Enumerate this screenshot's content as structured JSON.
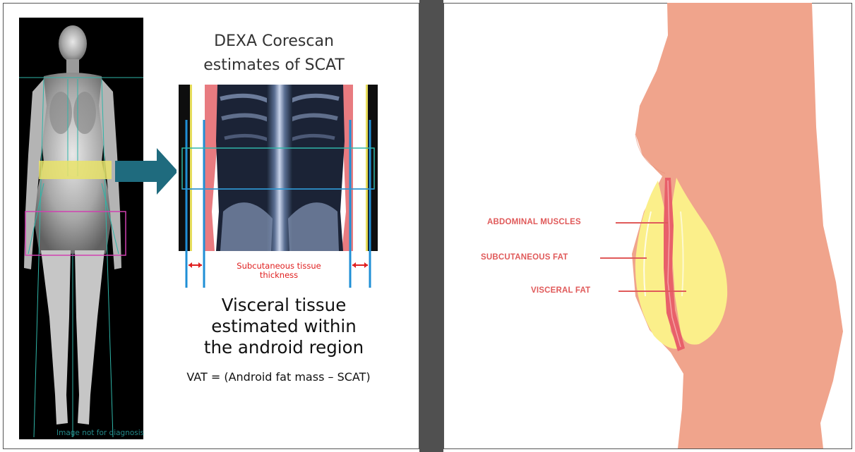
{
  "left_panel": {
    "title_line1": "DEXA Corescan",
    "title_line2": "estimates of SCAT",
    "scan_caption_line1": "Subcutaneous tissue",
    "scan_caption_line2": "thickness",
    "body_text_line1": "Visceral tissue",
    "body_text_line2": "estimated within",
    "body_text_line3": "the android region",
    "formula": "VAT = (Android fat mass – SCAT)",
    "watermark": "Image not for diagnosis"
  },
  "right_panel": {
    "labels": {
      "abdominal_muscles": "ABDOMINAL MUSCLES",
      "subcutaneous_fat": "SUBCUTANEOUS FAT",
      "visceral_fat": "VISCERAL FAT"
    }
  },
  "colors": {
    "skin": "#f0a48c",
    "fat": "#fbef8a",
    "muscle": "#e8606a",
    "label": "#e05a5a",
    "arrow": "#1f6b7e",
    "divider": "#505050"
  }
}
